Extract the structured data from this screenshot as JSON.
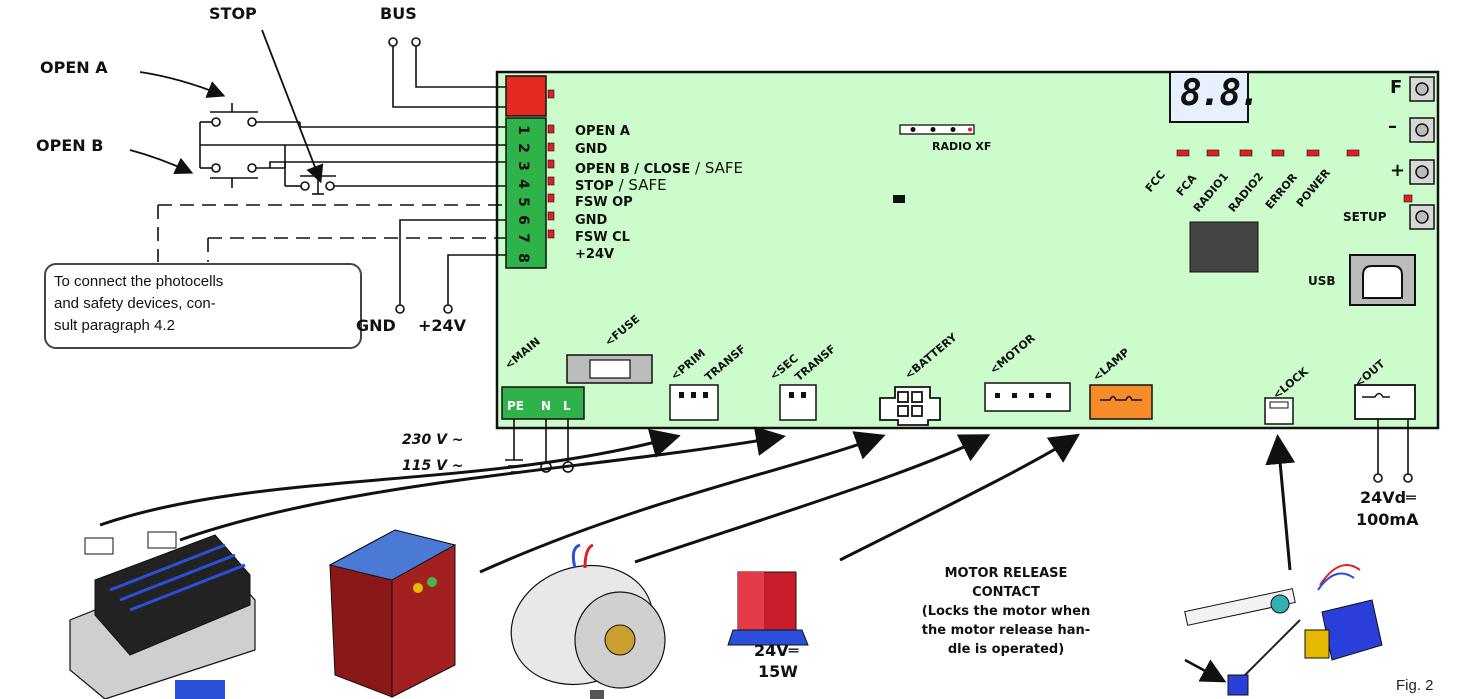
{
  "top_labels": {
    "stop": "STOP",
    "bus": "BUS"
  },
  "input_labels": {
    "open_a": "OPEN A",
    "open_b": "OPEN B"
  },
  "terminal_labels": {
    "t1": "OPEN A",
    "t2": "GND",
    "t3_main": "OPEN B / CLOSE",
    "t3_safe": " / SAFE",
    "t4_main": "STOP",
    "t4_safe": " / SAFE",
    "t5": "FSW OP",
    "t6": "GND",
    "t7": "FSW CL",
    "t8": "+24V"
  },
  "terminal_numbers": [
    "1",
    "2",
    "3",
    "4",
    "5",
    "6",
    "7",
    "8"
  ],
  "radio_label": "RADIO XF",
  "display_digits": "8.8.",
  "buttons": {
    "f": "F",
    "minus": "–",
    "plus": "+",
    "setup": "SETUP"
  },
  "leds": [
    "FCC",
    "FCA",
    "RADIO1",
    "RADIO2",
    "ERROR",
    "POWER"
  ],
  "usb_label": "USB",
  "note_text": "To connect the photocells and safety devices, con-sult paragraph 4.2",
  "note_lines": [
    "To connect the photocells",
    "and safety devices, con-",
    "sult paragraph 4.2"
  ],
  "power_labels": {
    "gnd": "GND",
    "v24": "+24V"
  },
  "connectors": {
    "main": "<MAIN",
    "fuse": "<FUSE",
    "prim": "<PRIM",
    "prim2": "TRANSF",
    "sec": "<SEC",
    "sec2": "TRANSF",
    "battery": "<BATTERY",
    "motor": "<MOTOR",
    "lamp": "<LAMP",
    "lock": "<LOCK",
    "out": "<OUT"
  },
  "main_pins": [
    "PE",
    "N",
    "L"
  ],
  "mains_labels": {
    "v230": "230 V ~",
    "v115": "115 V ~"
  },
  "out_rating": {
    "line1": "24Vd═",
    "line2": "100mA"
  },
  "lamp_rating": {
    "line1": "24V═",
    "line2": "15W"
  },
  "release_note": [
    "MOTOR RELEASE",
    "CONTACT",
    "(Locks the motor when",
    "the motor release han-",
    "dle is operated)"
  ],
  "figure_label": "Fig. 2",
  "colors": {
    "board": "#ccfccc",
    "terminal_green": "#2fb24a",
    "bus_red": "#e32b22",
    "lamp_orange": "#f68b2a",
    "led_red": "#e02020"
  }
}
